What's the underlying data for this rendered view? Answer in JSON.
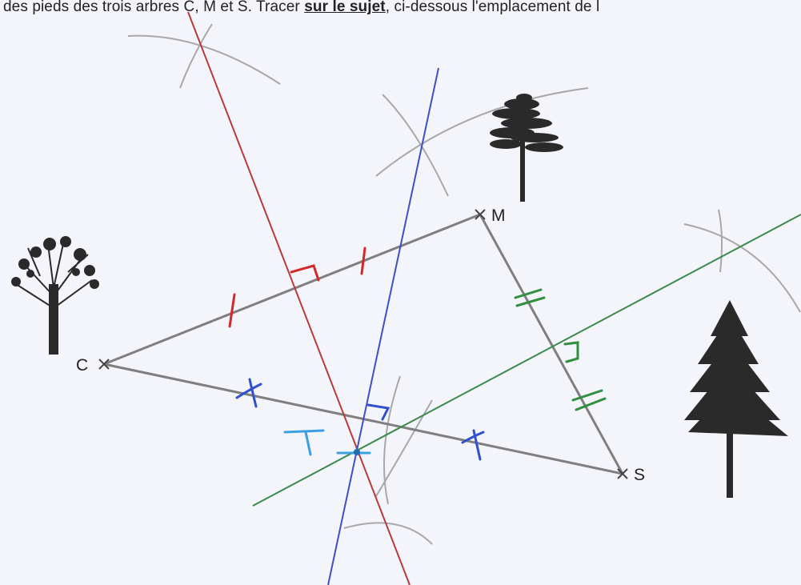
{
  "instruction": {
    "before": "des pieds des trois arbres C, M et S. Tracer ",
    "bold": "sur le sujet",
    "after": ", ci-dessous l'emplacement de l"
  },
  "points": {
    "C": "C",
    "M": "M",
    "S": "S"
  },
  "colors": {
    "triangle": "#7f7f7f",
    "bisector_CM": "#b83a3a",
    "bisector_CS": "#3f4fc4",
    "bisector_MS": "#3a8a4a",
    "tick_red": "#d02a2a",
    "tick_blue": "#3050d0",
    "tick_green": "#2f8f3f",
    "arcs": "#a8a8a8"
  },
  "icons": [
    "deciduous-tree-icon",
    "pine-tree-icon",
    "fir-tree-icon"
  ]
}
